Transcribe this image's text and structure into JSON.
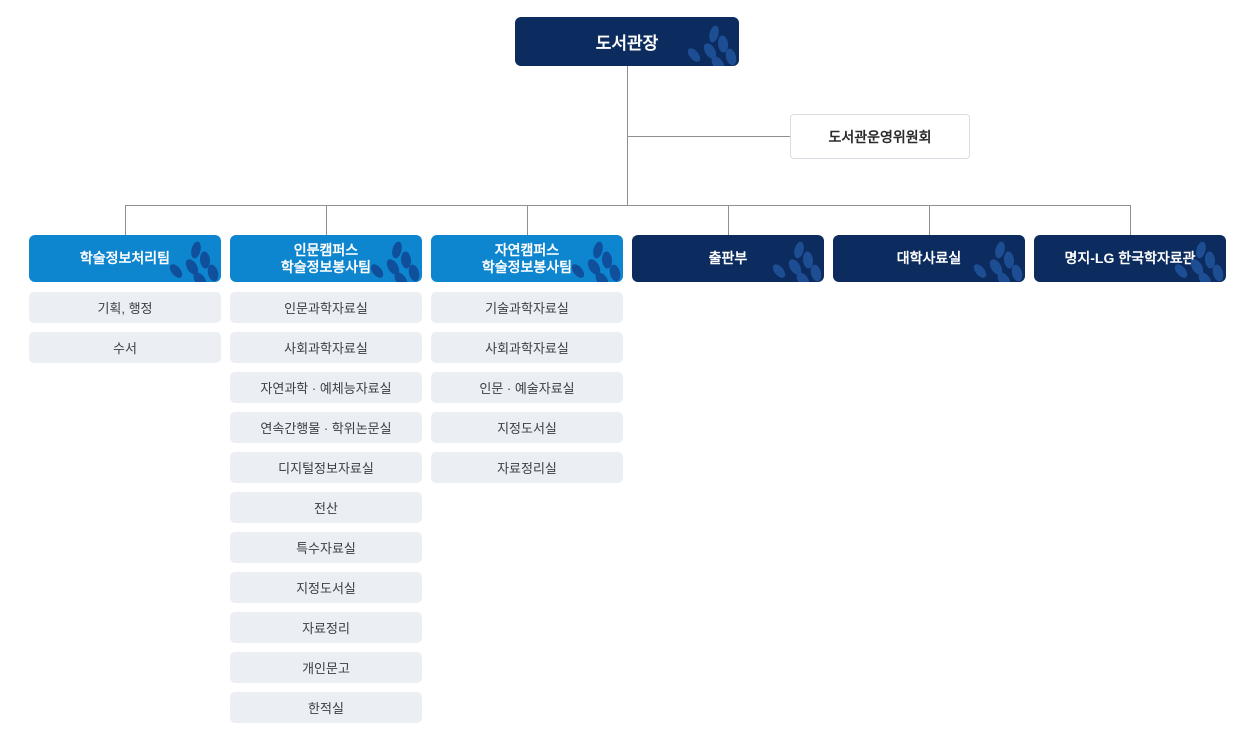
{
  "org": {
    "root": {
      "label": "도서관장"
    },
    "committee": {
      "label": "도서관운영위원회"
    },
    "departments": [
      {
        "label": "학술정보처리팀",
        "variant": "light",
        "units": [
          "기획, 행정",
          "수서"
        ]
      },
      {
        "label": "인문캠퍼스\n학술정보봉사팀",
        "variant": "light",
        "units": [
          "인문과학자료실",
          "사회과학자료실",
          "자연과학 · 예체능자료실",
          "연속간행물 · 학위논문실",
          "디지털정보자료실",
          "전산",
          "특수자료실",
          "지정도서실",
          "자료정리",
          "개인문고",
          "한적실"
        ]
      },
      {
        "label": "자연캠퍼스\n학술정보봉사팀",
        "variant": "light",
        "units": [
          "기술과학자료실",
          "사회과학자료실",
          "인문 · 예술자료실",
          "지정도서실",
          "자료정리실"
        ]
      },
      {
        "label": "출판부",
        "variant": "navy",
        "units": []
      },
      {
        "label": "대학사료실",
        "variant": "navy",
        "units": []
      },
      {
        "label": "명지-LG 한국학자료관",
        "variant": "navy",
        "units": []
      }
    ]
  },
  "icons": {
    "decoration": "leaf-sprig-icon"
  },
  "colors": {
    "navy": "#0c2b5e",
    "light_blue": "#0e86cf",
    "leaf_on_navy": "#1d4e94",
    "leaf_on_light": "#0f4f9c",
    "unit_bg": "#ebeef3",
    "unit_text": "#3a4048",
    "line": "#8f8f8f",
    "committee_border": "#d9dde3",
    "committee_text": "#2b2b2b"
  }
}
